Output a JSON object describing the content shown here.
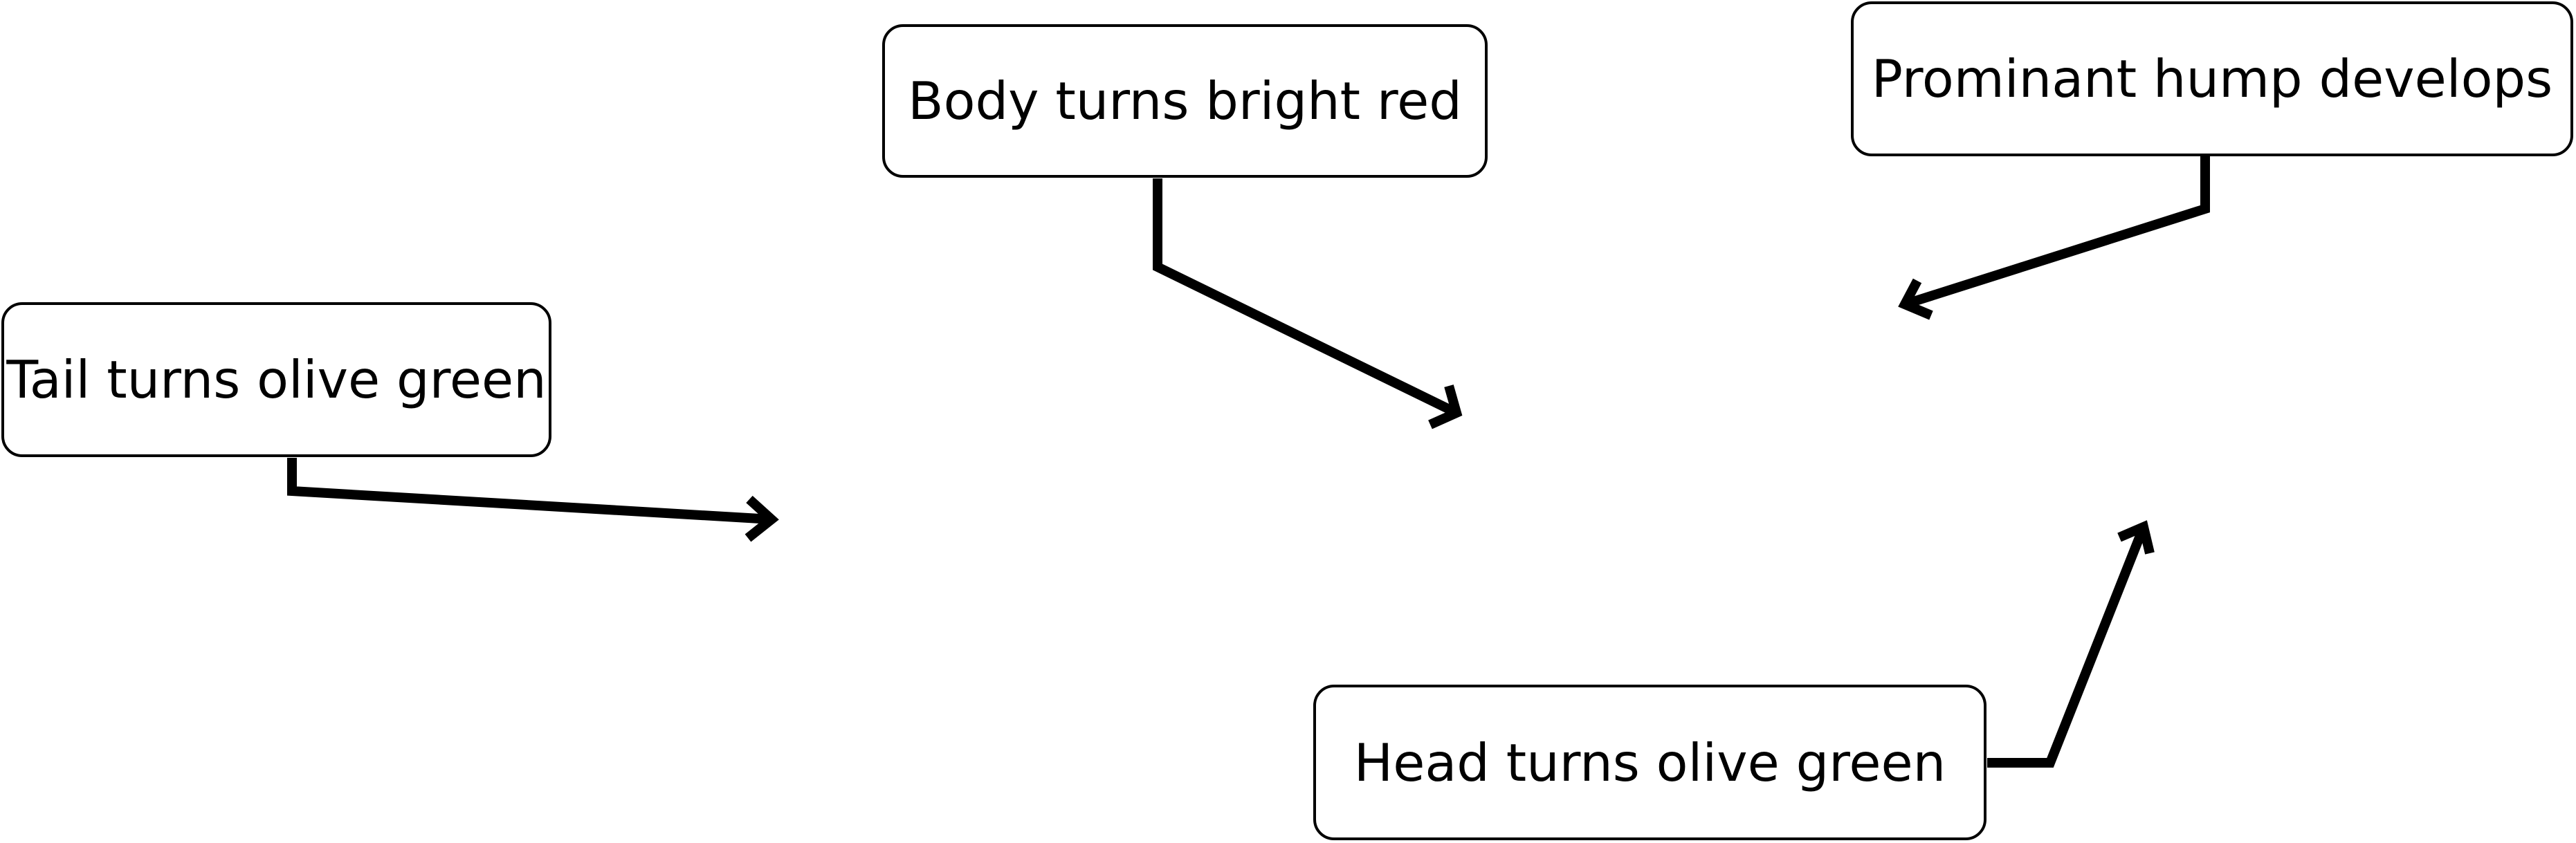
{
  "labels": {
    "tail": "Tail turns olive green",
    "body": "Body turns bright red",
    "hump": "Prominant hump develops",
    "head": "Head turns olive green"
  },
  "colors": {
    "ink": "#000000",
    "background": "#ffffff"
  }
}
